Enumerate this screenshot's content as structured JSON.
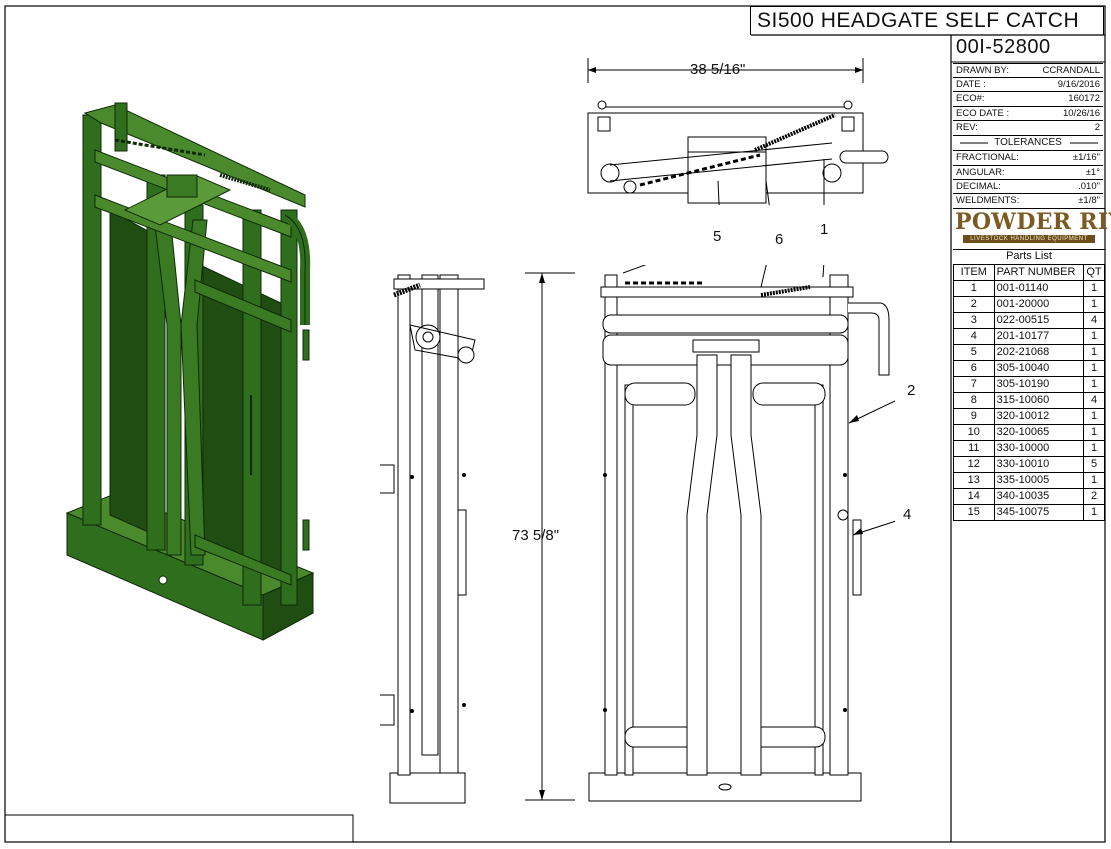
{
  "title": "SI500 HEADGATE SELF CATCH",
  "drawing_number": "00I-52800",
  "title_block": [
    {
      "label": "DRAWN BY:",
      "value": "CCRANDALL"
    },
    {
      "label": "DATE :",
      "value": "9/16/2016"
    },
    {
      "label": "ECO#:",
      "value": "160172"
    },
    {
      "label": "ECO DATE :",
      "value": "10/26/16"
    },
    {
      "label": "REV:",
      "value": "2"
    }
  ],
  "tolerances": {
    "heading": "TOLERANCES",
    "rows": [
      {
        "label": "FRACTIONAL:",
        "value": "±1/16\""
      },
      {
        "label": "ANGULAR:",
        "value": "±1°"
      },
      {
        "label": "DECIMAL:",
        "value": ".010\""
      },
      {
        "label": "WELDMENTS:",
        "value": "±1/8\""
      }
    ]
  },
  "logo": {
    "name": "POWDER RIVER",
    "tagline": "LIVESTOCK HANDLING EQUIPMENT"
  },
  "parts_list": {
    "caption": "Parts List",
    "headers": [
      "ITEM",
      "PART NUMBER",
      "QT"
    ],
    "rows": [
      [
        "1",
        "001-01140",
        "1"
      ],
      [
        "2",
        "001-20000",
        "1"
      ],
      [
        "3",
        "022-00515",
        "4"
      ],
      [
        "4",
        "201-10177",
        "1"
      ],
      [
        "5",
        "202-21068",
        "1"
      ],
      [
        "6",
        "305-10040",
        "1"
      ],
      [
        "7",
        "305-10190",
        "1"
      ],
      [
        "8",
        "315-10060",
        "4"
      ],
      [
        "9",
        "320-10012",
        "1"
      ],
      [
        "10",
        "320-10065",
        "1"
      ],
      [
        "11",
        "330-10000",
        "1"
      ],
      [
        "12",
        "330-10010",
        "5"
      ],
      [
        "13",
        "335-10005",
        "1"
      ],
      [
        "14",
        "340-10035",
        "2"
      ],
      [
        "15",
        "345-10075",
        "1"
      ]
    ]
  },
  "dimensions": {
    "width": "38 5/16\"",
    "height": "73 5/8\""
  },
  "balloons": [
    "5",
    "6",
    "1",
    "2",
    "4"
  ],
  "colors": {
    "model_green": "#2f6e1c",
    "model_dark": "#1f4d12",
    "model_light": "#4a8a2c",
    "line": "#000000",
    "logo_brown": "#7a5b22"
  }
}
